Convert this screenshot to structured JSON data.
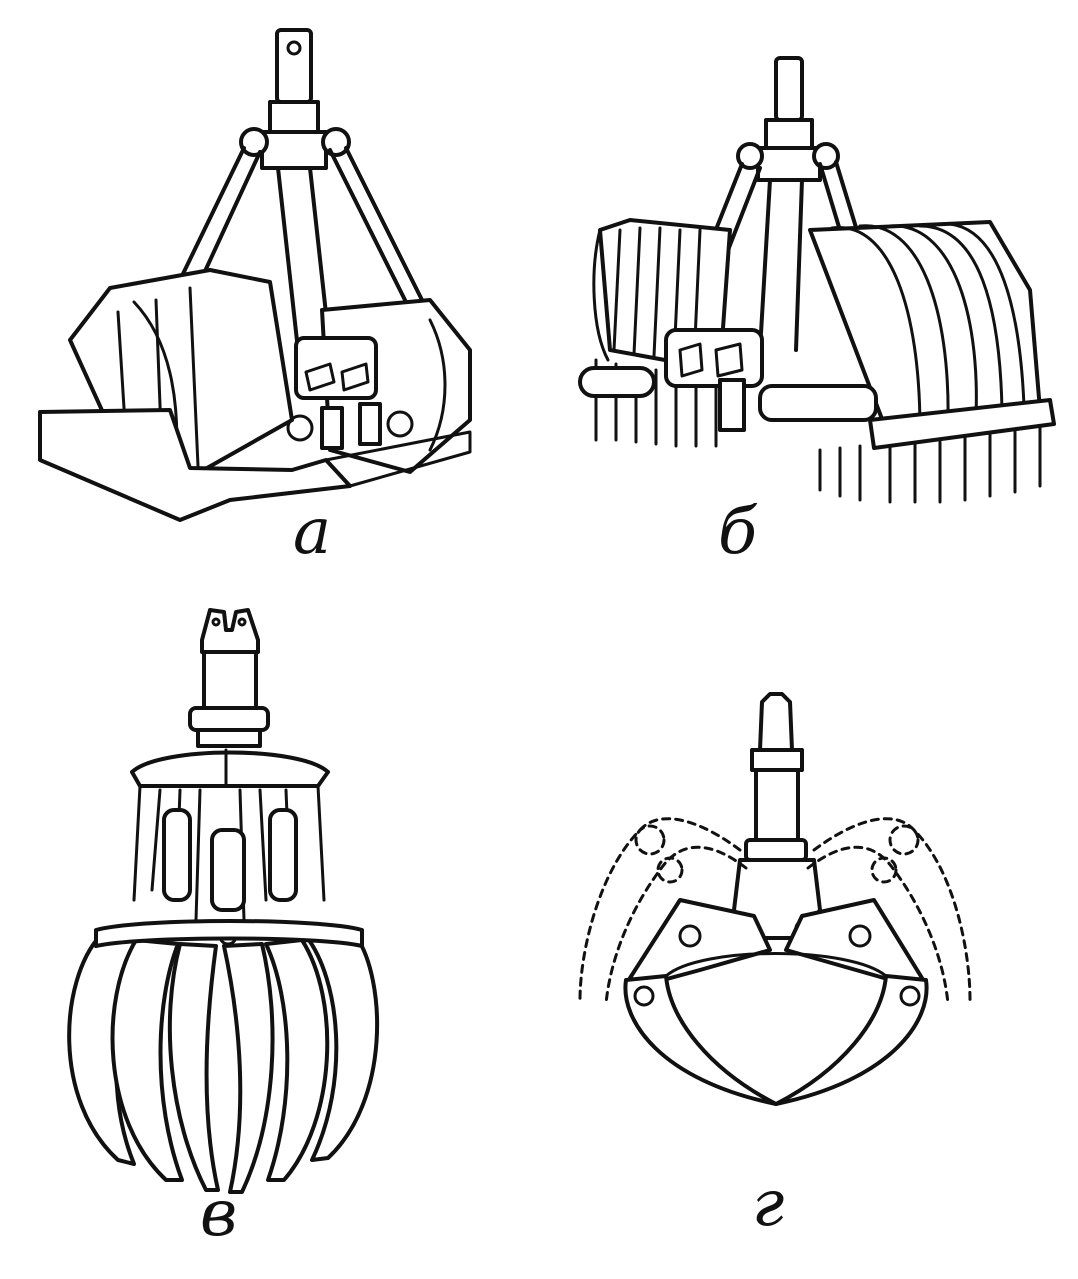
{
  "figures": [
    {
      "label": "а",
      "icon": "clamshell-bucket-grab-icon"
    },
    {
      "label": "б",
      "icon": "tined-rake-grab-icon"
    },
    {
      "label": "в",
      "icon": "orange-peel-multi-jaw-grab-icon"
    },
    {
      "label": "г",
      "icon": "two-jaw-log-grab-icon"
    }
  ],
  "colors": {
    "line": "#111111",
    "background": "#ffffff"
  }
}
